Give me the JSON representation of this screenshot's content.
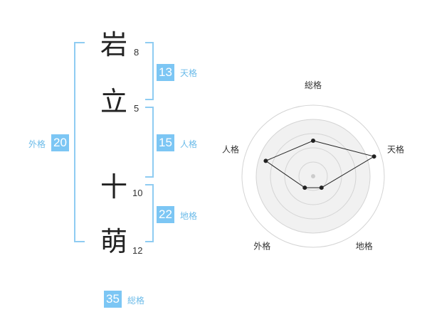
{
  "name": {
    "chars": [
      {
        "char": "岩",
        "strokes": "8"
      },
      {
        "char": "立",
        "strokes": "5"
      },
      {
        "char": "十",
        "strokes": "10"
      },
      {
        "char": "萌",
        "strokes": "12"
      }
    ]
  },
  "fortunes": {
    "tenkaku": {
      "label": "天格",
      "value": "13"
    },
    "jinkaku": {
      "label": "人格",
      "value": "15"
    },
    "chikaku": {
      "label": "地格",
      "value": "22"
    },
    "gaikaku": {
      "label": "外格",
      "value": "20"
    },
    "soukaku": {
      "label": "総格",
      "value": "35"
    }
  },
  "colors": {
    "accent": "#7cc6f4",
    "bracket": "#8fccf2",
    "label": "#6bbbe9"
  },
  "chart_data": {
    "type": "radar",
    "axes": [
      "総格",
      "天格",
      "地格",
      "外格",
      "人格"
    ],
    "values": [
      2.5,
      4.5,
      1.0,
      1.0,
      3.5
    ],
    "scale": [
      0,
      5
    ],
    "rings": 5
  }
}
